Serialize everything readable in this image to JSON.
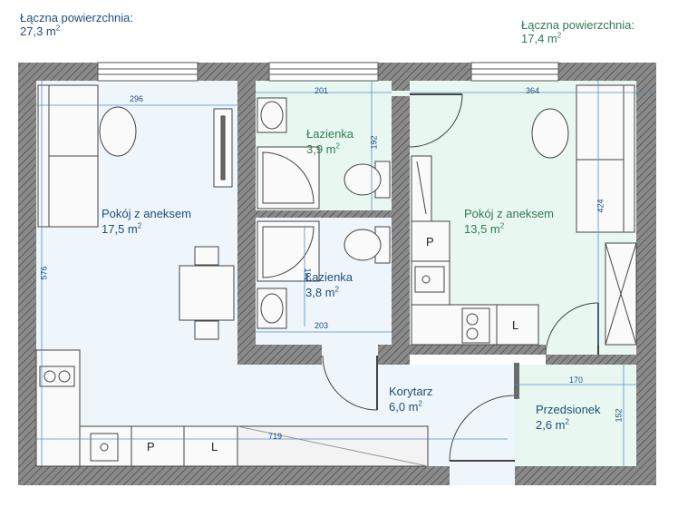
{
  "summary": {
    "left": {
      "title": "Łączna powierzchnia:",
      "value": "27,3 m",
      "sup": "2"
    },
    "right": {
      "title": "Łączna powierzchnia:",
      "value": "17,4 m",
      "sup": "2"
    }
  },
  "rooms": {
    "room_left": {
      "name": "Pokój z aneksem",
      "area": "17,5 m",
      "sup": "2"
    },
    "bath_top": {
      "name": "Łazienka",
      "area": "3,9 m",
      "sup": "2"
    },
    "bath_bottom": {
      "name": "Łazienka",
      "area": "3,8 m",
      "sup": "2"
    },
    "room_right": {
      "name": "Pokój z aneksem",
      "area": "13,5 m",
      "sup": "2"
    },
    "corridor": {
      "name": "Korytarz",
      "area": "6,0 m",
      "sup": "2"
    },
    "vestibule": {
      "name": "Przedsionek",
      "area": "2,6 m",
      "sup": "2"
    }
  },
  "dimensions": {
    "d296": "296",
    "d201": "201",
    "d364": "364",
    "d192a": "192",
    "d192b": "192",
    "d424": "424",
    "d576": "576",
    "d203": "203",
    "d170": "170",
    "d152": "152",
    "d719": "719"
  },
  "appliances": {
    "p1": "P",
    "l1": "L",
    "p2": "P",
    "l2": "L"
  },
  "colors": {
    "left_fill": "#eef5fb",
    "right_fill": "#e8f7ef",
    "wall": "#6b6b6b",
    "text_blue": "#1f4e7a",
    "text_green": "#2e7d55"
  }
}
